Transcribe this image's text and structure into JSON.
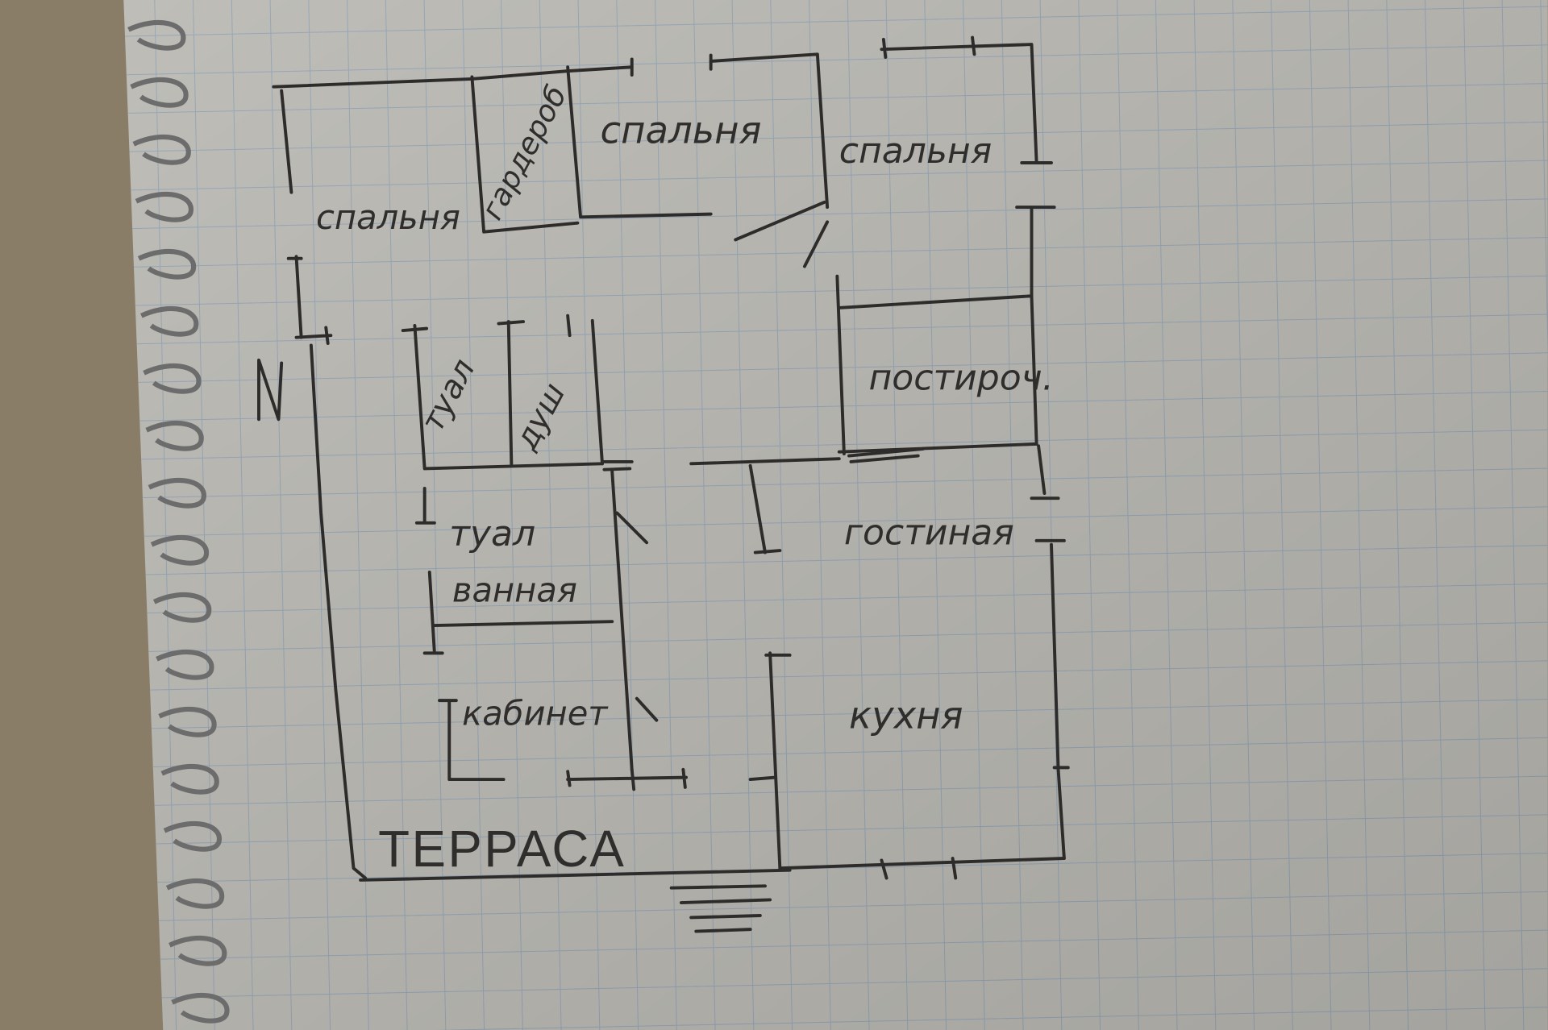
{
  "plan": {
    "north_label": "N",
    "rooms": {
      "bedroom_left": "спальня",
      "wardrobe": "гардероб",
      "bedroom_middle": "спальня",
      "bedroom_right": "спальня",
      "laundry": "постироч.",
      "toilet_upper": "туал",
      "shower": "душ",
      "toilet_lower": "туал",
      "bathroom": "ванная",
      "study": "кабинет",
      "terrace": "ТЕРРАСА",
      "living_room": "гостиная",
      "kitchen": "кухня"
    }
  },
  "colors": {
    "paper": "#c8c7c1",
    "grid": "#9fb1c2",
    "ink": "#2e2c2a",
    "desk": "#8a7d68"
  }
}
